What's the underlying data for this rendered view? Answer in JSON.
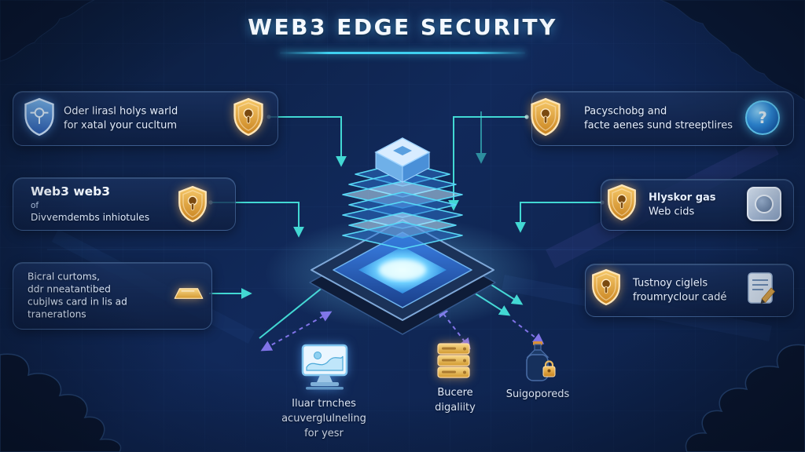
{
  "title": "WEB3 EDGE SECURITY",
  "callouts": {
    "top_left": {
      "lines": [
        "Oder lirasl holys warld",
        "for xatal your cucltum"
      ]
    },
    "mid_left": {
      "heading": "Web3 web3",
      "mid": "of",
      "line": "Divvemdembs inhiotules"
    },
    "bottom_left": {
      "lines": [
        "Bicral curtoms,",
        "ddr nneatantibed",
        "cubjlws card in lis ad",
        "traneratlons"
      ]
    },
    "top_right": {
      "lines": [
        "Pacyschobg and",
        "facte aenes sund streeptlires"
      ],
      "help": "?"
    },
    "mid_right": {
      "lines": [
        "Hlyskor gas",
        "Web cids"
      ]
    },
    "bottom_right": {
      "lines": [
        "Tustnoy ciglels",
        "froumryclour cadé"
      ]
    }
  },
  "bottom_items": {
    "monitor": {
      "lines": [
        "Iluar trnches",
        "acuverglulneling",
        "for yesr"
      ]
    },
    "servers": {
      "lines": [
        "Bucere",
        "digaliity"
      ]
    },
    "flask": {
      "lines": [
        "Suigoporeds"
      ]
    }
  },
  "colors": {
    "accent_cyan": "#45e2da",
    "accent_purple": "#8d7cf8",
    "gold": "#e0a23e",
    "background": "#0d2044"
  }
}
